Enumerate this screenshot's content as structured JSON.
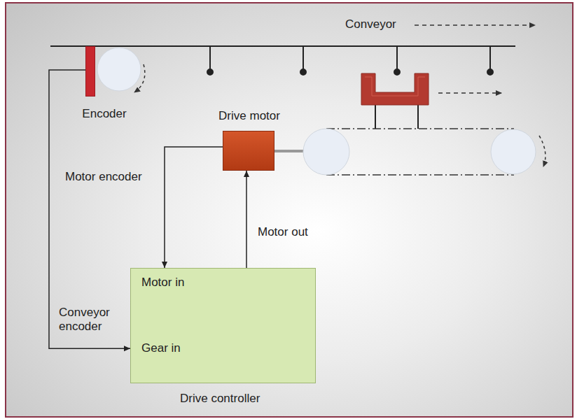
{
  "diagram": {
    "nodes": [
      {
        "text": [
          "Encoder"
        ]
      },
      {
        "text": [
          "Drive motor"
        ]
      },
      {
        "text": [
          "Motor in",
          "Gear in",
          "Drive controller"
        ]
      }
    ],
    "edges": [
      {
        "from": 0,
        "to": 2,
        "label": "Conveyor encoder",
        "arrow": "to"
      },
      {
        "from": 1,
        "to": 2,
        "label": "Motor encoder",
        "arrow": "to"
      },
      {
        "from": 2,
        "to": 1,
        "label": "Motor out",
        "arrow": "to"
      }
    ],
    "labels": [
      "Conveyor"
    ]
  }
}
